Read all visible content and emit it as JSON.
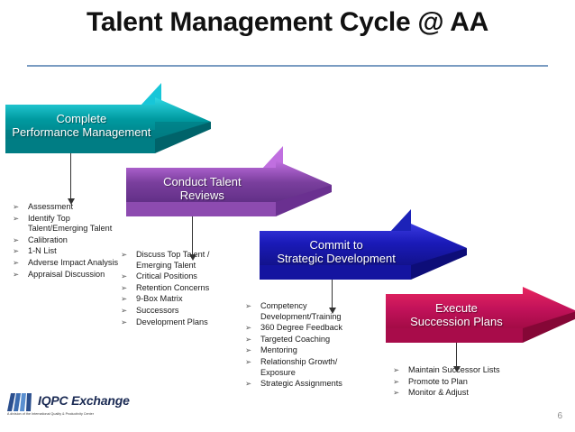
{
  "slide": {
    "title": "Talent Management Cycle @ AA",
    "page_number": "6"
  },
  "stages": [
    {
      "id": "complete-performance-management",
      "line1": "Complete",
      "line2": "Performance Management",
      "color": "#009aa0",
      "color_light": "#2fd8e4",
      "color_dark": "#00767d"
    },
    {
      "id": "conduct-talent-reviews",
      "line1": "Conduct Talent",
      "line2": "Reviews",
      "color": "#7a3f9d",
      "color_light": "#c06fe0",
      "color_dark": "#4e2470"
    },
    {
      "id": "commit-to-strategic-development",
      "line1": "Commit to",
      "line2": "Strategic Development",
      "color": "#1a1ab8",
      "color_light": "#3a3ae0",
      "color_dark": "#0d0d7a"
    },
    {
      "id": "execute-succession-plans",
      "line1": "Execute",
      "line2": "Succession Plans",
      "color": "#c2125a",
      "color_light": "#e8265f",
      "color_dark": "#8e0a3e"
    }
  ],
  "lists": {
    "performance_management": [
      "Assessment",
      "Identify Top Talent/Emerging Talent",
      "Calibration",
      "1-N List",
      "Adverse Impact Analysis",
      "Appraisal Discussion"
    ],
    "talent_reviews": [
      "Discuss Top Talent / Emerging Talent",
      "Critical Positions",
      "Retention Concerns",
      "9-Box Matrix",
      "Successors",
      "Development Plans"
    ],
    "strategic_development": [
      "Competency Development/Training",
      "360 Degree Feedback",
      "Targeted Coaching",
      "Mentoring",
      "Relationship Growth/ Exposure",
      "Strategic Assignments"
    ],
    "succession_plans": [
      "Maintain Successor Lists",
      "Promote to Plan",
      "Monitor & Adjust"
    ]
  },
  "bullet_marker": "➢",
  "logo": {
    "name": "IQPC Exchange",
    "tagline": "A division of the International Quality & Productivity Center"
  },
  "accent": {
    "title_rule": "#7a9cc2",
    "connector": "#333333"
  }
}
